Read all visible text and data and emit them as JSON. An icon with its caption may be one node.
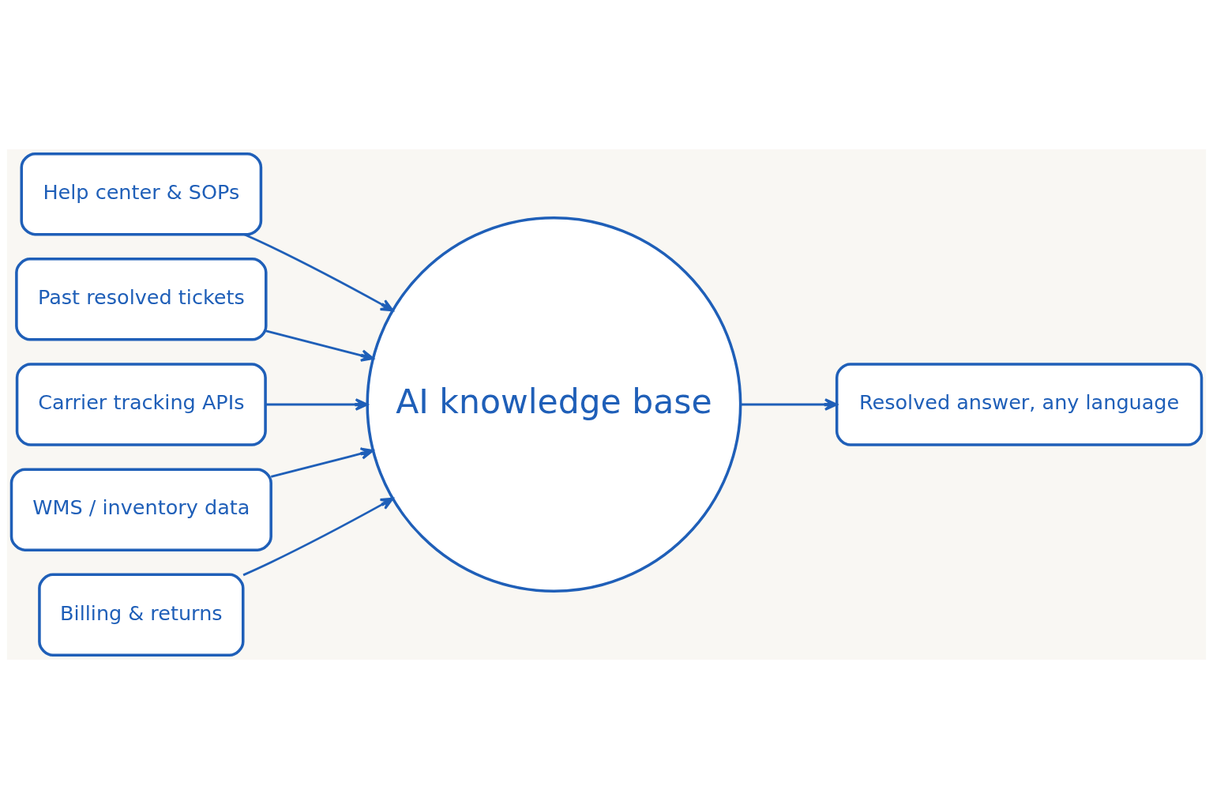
{
  "diagram": {
    "nodes": [
      {
        "text": [
          "Help center & SOPs"
        ]
      },
      {
        "text": [
          "Past resolved tickets"
        ]
      },
      {
        "text": [
          "Carrier tracking APIs"
        ]
      },
      {
        "text": [
          "WMS / inventory data"
        ]
      },
      {
        "text": [
          "Billing & returns"
        ]
      },
      {
        "text": [
          "AI knowledge base"
        ]
      },
      {
        "text": [
          "Resolved answer, any language"
        ]
      }
    ],
    "edges": [
      {
        "from": 0,
        "to": 5,
        "arrow": "to"
      },
      {
        "from": 1,
        "to": 5,
        "arrow": "to"
      },
      {
        "from": 2,
        "to": 5,
        "arrow": "to"
      },
      {
        "from": 3,
        "to": 5,
        "arrow": "to"
      },
      {
        "from": 4,
        "to": 5,
        "arrow": "to"
      },
      {
        "from": 5,
        "to": 6,
        "arrow": "to"
      }
    ]
  }
}
